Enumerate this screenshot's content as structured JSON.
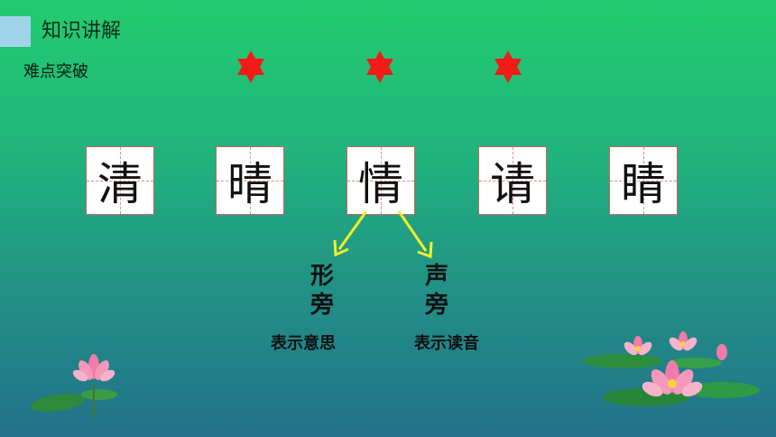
{
  "header": {
    "title": "知识讲解"
  },
  "subtitle": "难点突破",
  "colors": {
    "star": "#f41a16",
    "arrow": "#f4ef2a",
    "box_border": "#d1605a"
  },
  "characters": [
    "清",
    "晴",
    "情",
    "请",
    "睛"
  ],
  "radicals": {
    "form": {
      "label": "形旁",
      "meaning": "表示意思"
    },
    "sound": {
      "label": "声旁",
      "meaning": "表示读音"
    }
  },
  "icons": [
    "star-icon",
    "lotus-flower-icon",
    "lily-pad-icon"
  ]
}
